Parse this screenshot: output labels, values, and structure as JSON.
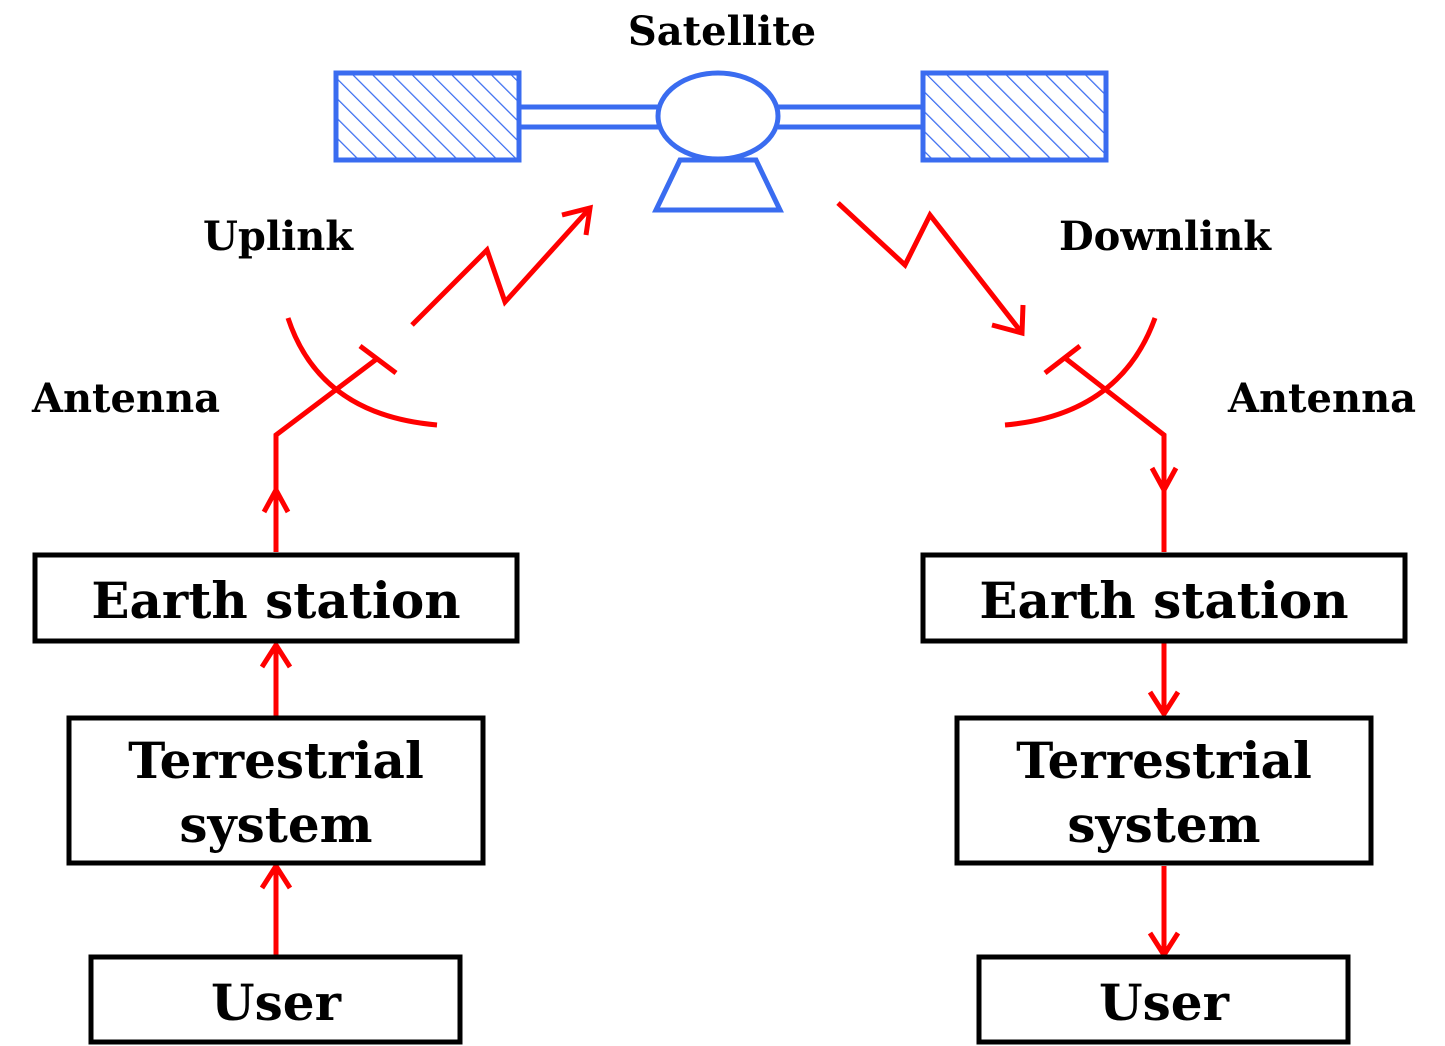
{
  "labels": {
    "satellite": "Satellite",
    "uplink": "Uplink",
    "downlink": "Downlink",
    "antenna_left": "Antenna",
    "antenna_right": "Antenna"
  },
  "left_chain": {
    "earth_station": "Earth station",
    "terrestrial_line1": "Terrestrial",
    "terrestrial_line2": "system",
    "user": "User"
  },
  "right_chain": {
    "earth_station": "Earth station",
    "terrestrial_line1": "Terrestrial",
    "terrestrial_line2": "system",
    "user": "User"
  },
  "colors": {
    "signal": "#ff0000",
    "satellite": "#3a6cf0",
    "box_border": "#000000",
    "text": "#000000"
  }
}
